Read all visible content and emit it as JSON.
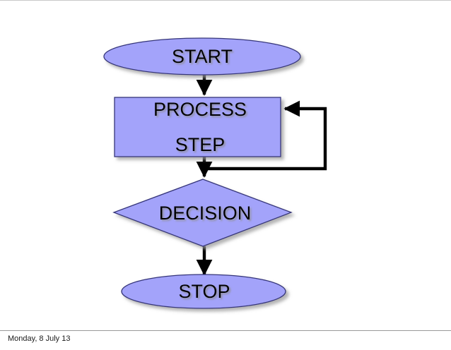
{
  "slide": {
    "background_color": "#ffffff",
    "border_color": "#9a9a9a"
  },
  "diagram": {
    "type": "flowchart",
    "shape_fill_color": "#A3A3FA",
    "shape_stroke_color": "#36367a",
    "connector_color": "#000000",
    "shadow_color": "#b0b0b0",
    "nodes": [
      {
        "id": "start",
        "shape": "ellipse",
        "label": "START"
      },
      {
        "id": "process",
        "shape": "rectangle",
        "label_line1": "PROCESS",
        "label_line2": "STEP"
      },
      {
        "id": "decision",
        "shape": "diamond",
        "label": "DECISION"
      },
      {
        "id": "stop",
        "shape": "ellipse",
        "label": "STOP"
      }
    ],
    "edges": [
      {
        "id": "start-to-process",
        "from": "start",
        "to": "process",
        "label": ""
      },
      {
        "id": "process-to-decision",
        "from": "process",
        "to": "decision",
        "label": ""
      },
      {
        "id": "decision-to-stop",
        "from": "decision",
        "to": "stop",
        "label": ""
      },
      {
        "id": "feedback-loop",
        "from": "process-exit",
        "to": "process",
        "label": ""
      }
    ]
  },
  "footer": {
    "date_text": "Monday, 8 July 13"
  }
}
